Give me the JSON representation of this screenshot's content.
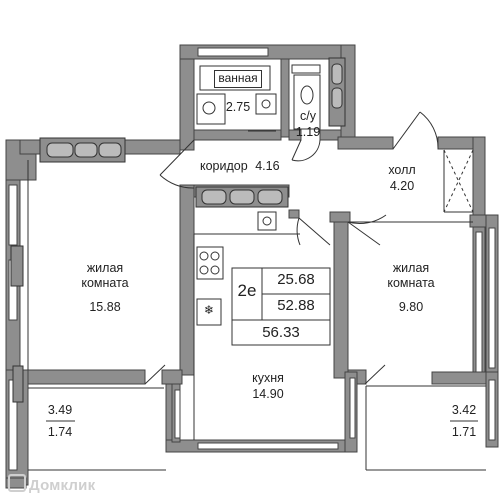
{
  "rooms": {
    "bathroom": {
      "label": "ванная",
      "area": "2.75"
    },
    "toilet": {
      "label": "с/у",
      "area": "1.19"
    },
    "corridor": {
      "label": "коридор",
      "area": "4.16"
    },
    "hall": {
      "label": "холл",
      "area": "4.20"
    },
    "living_left": {
      "label_line1": "жилая",
      "label_line2": "комната",
      "area": "15.88"
    },
    "living_right": {
      "label_line1": "жилая",
      "label_line2": "комната",
      "area": "9.80"
    },
    "kitchen": {
      "label": "кухня",
      "area": "14.90"
    },
    "balcony_left": {
      "area_top": "3.49",
      "area_bottom": "1.74"
    },
    "balcony_right": {
      "area_top": "3.42",
      "area_bottom": "1.71"
    }
  },
  "summary": {
    "type": "2е",
    "living_area": "25.68",
    "total_area": "52.88",
    "total_with_balcony": "56.33"
  },
  "watermark": "Домклик",
  "colors": {
    "wall": "#8c8c8c",
    "wall_dark": "#555555",
    "line": "#333333"
  }
}
